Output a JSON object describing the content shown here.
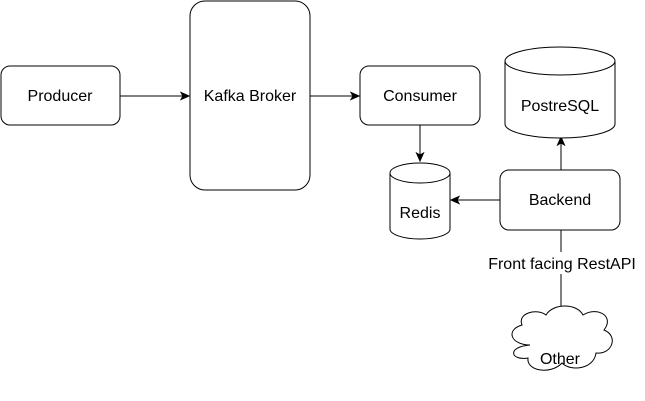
{
  "diagram": {
    "colors": {
      "stroke": "#000000",
      "fill": "#ffffff",
      "text": "#000000"
    },
    "nodes": {
      "producer": {
        "label": "Producer",
        "shape": "rounded-rect"
      },
      "kafka": {
        "label": "Kafka Broker",
        "shape": "rounded-rect"
      },
      "consumer": {
        "label": "Consumer",
        "shape": "rounded-rect"
      },
      "postgres": {
        "label": "PostreSQL",
        "shape": "cylinder"
      },
      "redis": {
        "label": "Redis",
        "shape": "cylinder"
      },
      "backend": {
        "label": "Backend",
        "shape": "rounded-rect"
      },
      "other": {
        "label": "Other",
        "shape": "cloud"
      }
    },
    "edges": {
      "producer_kafka": {
        "from": "Producer",
        "to": "Kafka Broker"
      },
      "kafka_consumer": {
        "from": "Kafka Broker",
        "to": "Consumer"
      },
      "consumer_redis": {
        "from": "Consumer",
        "to": "Redis"
      },
      "backend_redis": {
        "from": "Backend",
        "to": "Redis"
      },
      "backend_postgres": {
        "from": "Backend",
        "to": "PostreSQL"
      },
      "backend_other": {
        "from": "Backend",
        "to": "Other",
        "label": "Front facing RestAPI"
      }
    }
  }
}
